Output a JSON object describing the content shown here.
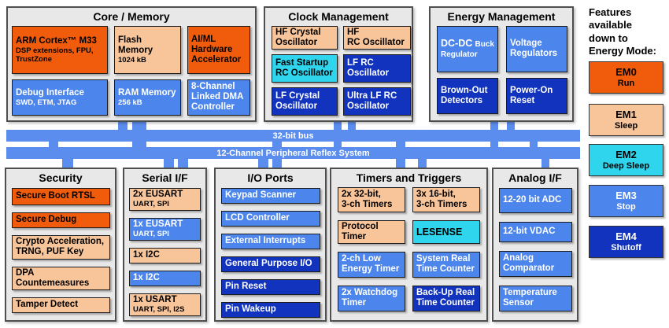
{
  "palette": {
    "orange": "#F15C0C",
    "peach": "#F8C499",
    "cyan": "#2FD5EC",
    "blue": "#4C86EC",
    "dark_blue": "#1133BE",
    "bus_blue": "#5B8DEE",
    "panel_gray": "#E8E8E8"
  },
  "sections": {
    "core": {
      "title": "Core / Memory",
      "blocks": [
        {
          "label": "ARM Cortex™ M33",
          "sub": "DSP extensions, FPU,\nTrustZone",
          "color": "orange"
        },
        {
          "label": "Flash\nMemory",
          "sub": "1024 kB",
          "color": "peach"
        },
        {
          "label": "AI/ML\nHardware\nAccelerator",
          "color": "orange"
        },
        {
          "label": "Debug Interface",
          "sub": "SWD, ETM, JTAG",
          "color": "blue"
        },
        {
          "label": "RAM Memory",
          "sub": "256 kB",
          "color": "blue"
        },
        {
          "label": "8-Channel\nLinked DMA\nController",
          "color": "blue"
        }
      ]
    },
    "clock": {
      "title": "Clock Management",
      "blocks": [
        {
          "label": "HF Crystal\nOscillator",
          "color": "peach"
        },
        {
          "label": "HF\nRC Oscillator",
          "color": "peach"
        },
        {
          "label": "Fast Startup\nRC Oscillator",
          "color": "cyan"
        },
        {
          "label": "LF RC\nOscillator",
          "color": "dark_blue"
        },
        {
          "label": "LF Crystal\nOscillator",
          "color": "dark_blue"
        },
        {
          "label": "Ultra LF RC\nOscillator",
          "color": "dark_blue"
        }
      ]
    },
    "energy": {
      "title": "Energy Management",
      "blocks": [
        {
          "big": "DC-DC",
          "small": "Buck Regulator",
          "color": "blue"
        },
        {
          "label": "Voltage\nRegulators",
          "color": "blue"
        },
        {
          "label": "Brown-Out\nDetectors",
          "color": "dark_blue"
        },
        {
          "label": "Power-On\nReset",
          "color": "dark_blue"
        }
      ]
    },
    "security": {
      "title": "Security",
      "blocks": [
        {
          "label": "Secure Boot RTSL",
          "color": "orange"
        },
        {
          "label": "Secure Debug",
          "color": "orange"
        },
        {
          "label": "Crypto Acceleration,\nTRNG, PUF Key",
          "color": "peach"
        },
        {
          "label": "DPA\nCountemeasures",
          "color": "peach"
        },
        {
          "label": "Tamper Detect",
          "color": "peach"
        }
      ]
    },
    "serial": {
      "title": "Serial I/F",
      "blocks": [
        {
          "label": "2x EUSART",
          "sub": "UART, SPI",
          "color": "peach"
        },
        {
          "label": "1x EUSART",
          "sub": "UART, SPI",
          "color": "blue"
        },
        {
          "label": "1x I2C",
          "color": "peach"
        },
        {
          "label": "1x I2C",
          "color": "blue"
        },
        {
          "label": "1x USART",
          "sub": "UART, SPI, I2S",
          "color": "peach"
        }
      ]
    },
    "ioports": {
      "title": "I/O Ports",
      "blocks": [
        {
          "label": "Keypad Scanner",
          "color": "blue"
        },
        {
          "label": "LCD Controller",
          "color": "blue"
        },
        {
          "label": "External Interrupts",
          "color": "blue"
        },
        {
          "label": "General Purpose I/O",
          "color": "dark_blue"
        },
        {
          "label": "Pin Reset",
          "color": "dark_blue"
        },
        {
          "label": "Pin Wakeup",
          "color": "dark_blue"
        }
      ]
    },
    "timers": {
      "title": "Timers and Triggers",
      "blocks": [
        {
          "label": "2x 32-bit,\n3-ch Timers",
          "color": "peach"
        },
        {
          "label": "3x 16-bit,\n3-ch Timers",
          "color": "peach"
        },
        {
          "label": "Protocol\nTimer",
          "color": "peach"
        },
        {
          "label": "LESENSE",
          "color": "cyan"
        },
        {
          "label": "2-ch Low\nEnergy Timer",
          "color": "blue"
        },
        {
          "label": "System Real\nTime Counter",
          "color": "blue"
        },
        {
          "label": "2x Watchdog\nTimer",
          "color": "blue"
        },
        {
          "label": "Back-Up Real\nTime Counter",
          "color": "dark_blue"
        }
      ]
    },
    "analog": {
      "title": "Analog I/F",
      "blocks": [
        {
          "label": "12-20 bit ADC",
          "color": "blue"
        },
        {
          "label": "12-bit VDAC",
          "color": "blue"
        },
        {
          "label": "Analog\nComparator",
          "color": "blue"
        },
        {
          "label": "Temperature\nSensor",
          "color": "blue"
        }
      ]
    }
  },
  "buses": [
    {
      "label": "32-bit bus"
    },
    {
      "label": "12-Channel Peripheral Reflex System"
    }
  ],
  "legend": {
    "heading": "Features\navailable\ndown to\nEnergy Mode:",
    "items": [
      {
        "label": "EM0",
        "sub": "Run",
        "color": "orange"
      },
      {
        "label": "EM1",
        "sub": "Sleep",
        "color": "peach"
      },
      {
        "label": "EM2",
        "sub": "Deep Sleep",
        "color": "cyan"
      },
      {
        "label": "EM3",
        "sub": "Stop",
        "color": "blue"
      },
      {
        "label": "EM4",
        "sub": "Shutoff",
        "color": "dark_blue"
      }
    ]
  }
}
